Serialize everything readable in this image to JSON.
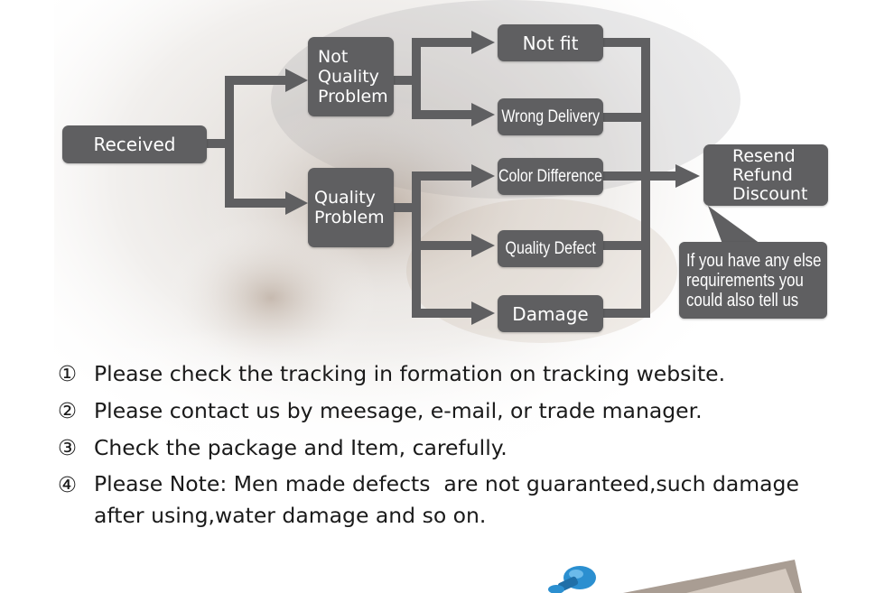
{
  "flowchart": {
    "received": "Received",
    "not_quality_problem": [
      "Not",
      "Quality",
      "Problem"
    ],
    "quality_problem": [
      "Quality",
      "Problem"
    ],
    "not_fit": "Not fit",
    "wrong_delivery": "Wrong Delivery",
    "color_difference": "Color Difference",
    "quality_defect": "Quality Defect",
    "damage": "Damage",
    "outcome": [
      "Resend",
      "Refund",
      "Discount"
    ],
    "note": [
      "If you have any else",
      "requirements you",
      "could also tell us"
    ]
  },
  "steps": [
    {
      "num": "①",
      "text": "Please check the tracking in formation on tracking website."
    },
    {
      "num": "②",
      "text": "Please contact us by meesage, e-mail, or trade manager."
    },
    {
      "num": "③",
      "text": "Check the package and Item, carefully."
    },
    {
      "num": "④",
      "text": "Please Note: Men made defects  are not guaranteed,such damage\nafter using,water damage and so on."
    }
  ],
  "colors": {
    "box": "#5f5f61",
    "connector": "#5f5f61",
    "box_text": "#ffffff",
    "body_text": "#1a1a1a",
    "pushpin": "#2b8fd0"
  },
  "icons": [
    "handshake-photo",
    "pushpin-icon"
  ]
}
